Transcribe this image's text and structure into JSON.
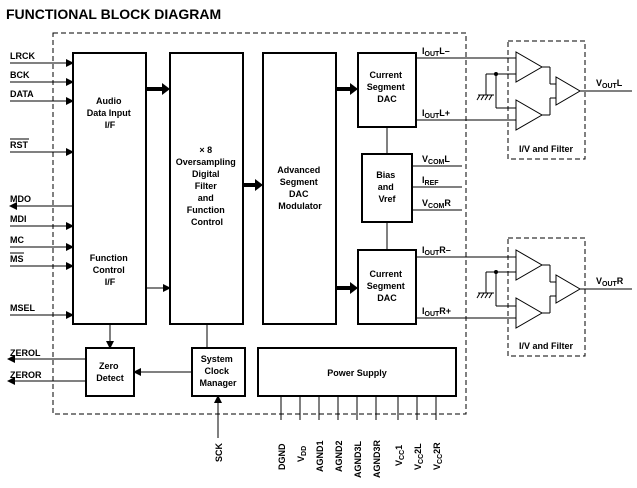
{
  "title": "FUNCTIONAL BLOCK DIAGRAM",
  "inputs": {
    "lrck": "LRCK",
    "bck": "BCK",
    "data": "DATA",
    "rst": "RST",
    "mdo": "MDO",
    "mdi": "MDI",
    "mc": "MC",
    "ms": "MS",
    "msel": "MSEL",
    "zerol": "ZEROL",
    "zeror": "ZEROR",
    "sck": "SCK"
  },
  "blocks": {
    "audio_if": [
      "Audio",
      "Data Input",
      "I/F"
    ],
    "function_if": [
      "Function",
      "Control",
      "I/F"
    ],
    "filter": [
      "× 8",
      "Oversampling",
      "Digital",
      "Filter",
      "and",
      "Function",
      "Control"
    ],
    "modulator": [
      "Advanced",
      "Segment",
      "DAC",
      "Modulator"
    ],
    "dac_top": [
      "Current",
      "Segment",
      "DAC"
    ],
    "dac_bottom": [
      "Current",
      "Segment",
      "DAC"
    ],
    "bias": [
      "Bias",
      "and",
      "Vref"
    ],
    "zero_detect": [
      "Zero",
      "Detect"
    ],
    "clock_manager": [
      "System",
      "Clock",
      "Manager"
    ],
    "power_supply": "Power Supply",
    "iv_filter_top": "I/V and Filter",
    "iv_filter_bottom": "I/V and Filter"
  },
  "signals": {
    "ioutl_minus": {
      "main": "I",
      "sub": "OUT",
      "tail": "L–"
    },
    "ioutl_plus": {
      "main": "I",
      "sub": "OUT",
      "tail": "L+"
    },
    "ioutr_minus": {
      "main": "I",
      "sub": "OUT",
      "tail": "R–"
    },
    "ioutr_plus": {
      "main": "I",
      "sub": "OUT",
      "tail": "R+"
    },
    "vcoml": {
      "main": "V",
      "sub": "COM",
      "tail": "L"
    },
    "iref": {
      "main": "I",
      "sub": "REF",
      "tail": ""
    },
    "vcomr": {
      "main": "V",
      "sub": "COM",
      "tail": "R"
    },
    "voutl": {
      "main": "V",
      "sub": "OUT",
      "tail": "L"
    },
    "voutr": {
      "main": "V",
      "sub": "OUT",
      "tail": "R"
    }
  },
  "power_pins": [
    {
      "main": "DGND",
      "sub": "",
      "tail": ""
    },
    {
      "main": "V",
      "sub": "DD",
      "tail": ""
    },
    {
      "main": "AGND1",
      "sub": "",
      "tail": ""
    },
    {
      "main": "AGND2",
      "sub": "",
      "tail": ""
    },
    {
      "main": "AGND3L",
      "sub": "",
      "tail": ""
    },
    {
      "main": "AGND3R",
      "sub": "",
      "tail": ""
    },
    {
      "main": "V",
      "sub": "CC",
      "tail": "1"
    },
    {
      "main": "V",
      "sub": "CC",
      "tail": "2L"
    },
    {
      "main": "V",
      "sub": "CC",
      "tail": "2R"
    }
  ]
}
